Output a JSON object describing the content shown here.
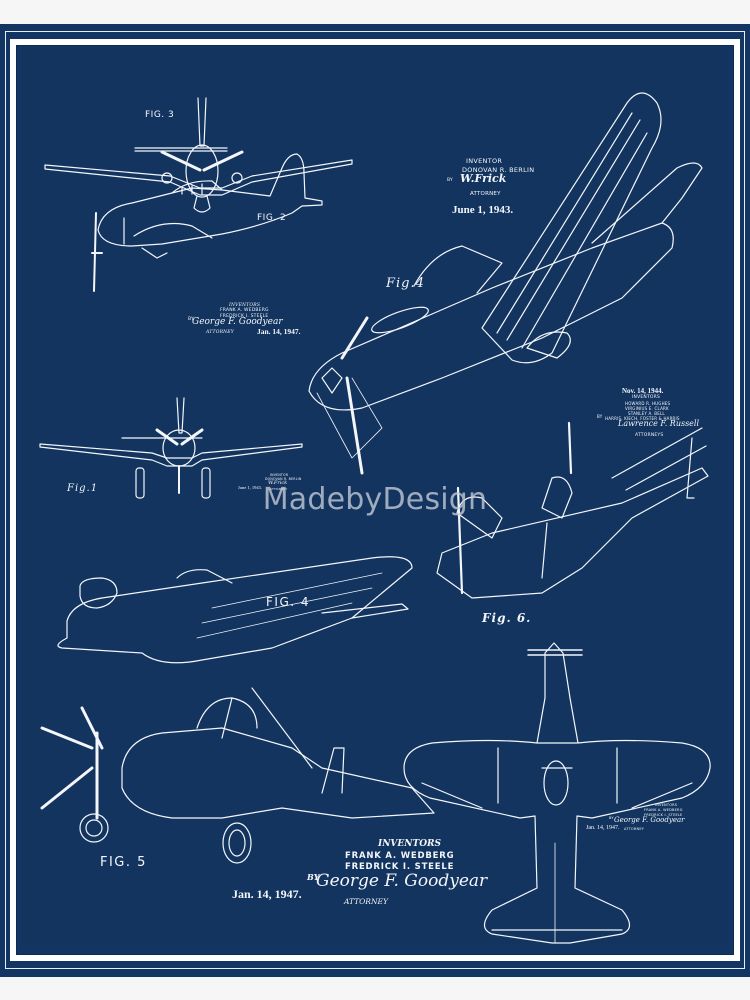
{
  "poster": {
    "colors": {
      "background": "#12345f",
      "lines": "#f4f6fa",
      "frame": "#ffffff",
      "page": "#f6f6f6",
      "watermark": "#c8cdd7"
    },
    "watermark": "MadebyDesign"
  },
  "figures": [
    {
      "id": "fig3-top",
      "label": "FIG. 3"
    },
    {
      "id": "fig2-top",
      "label": "FIG. 2"
    },
    {
      "id": "fig4-main",
      "label": "Fig.4"
    },
    {
      "id": "fig1",
      "label": "Fig.1"
    },
    {
      "id": "fig4-bottom",
      "label": "FIG. 4"
    },
    {
      "id": "fig6",
      "label": "Fig. 6."
    },
    {
      "id": "fig5",
      "label": "FIG. 5"
    }
  ],
  "patents": {
    "berlin": {
      "heading": "INVENTOR",
      "name": "DONOVAN R. BERLIN",
      "by": "BY",
      "signature": "W.Frick",
      "role": "ATTORNEY",
      "date": "June 1, 1943."
    },
    "fig2_block": {
      "heading": "INVENTORS",
      "names": [
        "FRANK A. WEDBERG",
        "FREDRICK I. STEELE"
      ],
      "by": "BY",
      "signature": "George F. Goodyear",
      "role": "ATTORNEY",
      "date": "Jan. 14, 1947."
    },
    "hughes": {
      "date": "Nov. 14, 1944.",
      "heading": "INVENTORS",
      "names": [
        "HOWARD R. HUGHES",
        "VIRGINIUS E. CLARK",
        "STANLEY A. BELL"
      ],
      "by": "BY",
      "firm": "HARRIS, KIECH, FOSTER & HARRIS",
      "signature": "Lawrence F. Russell",
      "role": "ATTORNEYS"
    },
    "fig1_block": {
      "heading": "INVENTOR",
      "name": "DONOVAN R. BERLIN",
      "signature": "W.Frick",
      "role": "ATTORNEY",
      "date": "June 1, 1943."
    },
    "fig5_block": {
      "heading": "INVENTORS",
      "names": [
        "FRANK A. WEDBERG",
        "FREDRICK I. STEELE"
      ],
      "by": "BY",
      "signature": "George F. Goodyear",
      "role": "ATTORNEY",
      "date": "Jan. 14, 1947."
    },
    "plan_block": {
      "heading": "INVENTORS",
      "names": [
        "FRANK A. WEDBERG",
        "FREDRICK I. STEELE"
      ],
      "by": "BY",
      "signature": "George F. Goodyear",
      "role": "ATTORNEY",
      "date": "Jan. 14, 1947."
    }
  }
}
